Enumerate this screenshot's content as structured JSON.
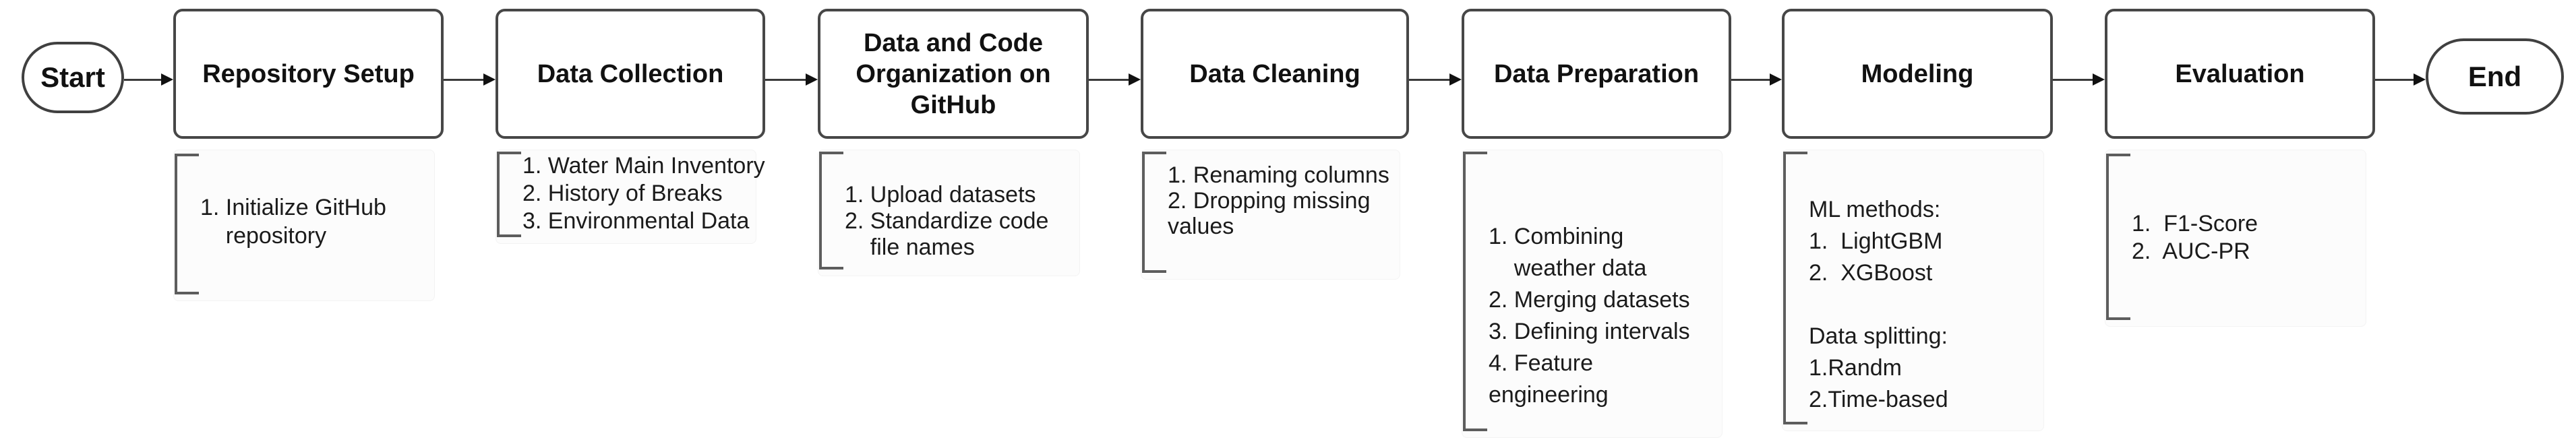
{
  "diagram": {
    "terminals": {
      "start_label": "Start",
      "end_label": "End"
    },
    "steps": [
      {
        "title": "Repository Setup",
        "details": [
          "1. Initialize GitHub",
          "    repository"
        ]
      },
      {
        "title": "Data Collection",
        "details": [
          "1. Water Main Inventory",
          "2. History of Breaks",
          "3. Environmental Data"
        ]
      },
      {
        "title": "Data and Code Organization on GitHub",
        "details": [
          "1. Upload datasets",
          "2. Standardize code",
          "    file names"
        ]
      },
      {
        "title": "Data Cleaning",
        "details": [
          "1. Renaming columns",
          "2. Dropping missing",
          "values"
        ]
      },
      {
        "title": "Data Preparation",
        "details": [
          "1. Combining",
          "    weather data",
          "2. Merging datasets",
          "3. Defining intervals",
          "4. Feature",
          "engineering"
        ]
      },
      {
        "title": "Modeling",
        "details": [
          "ML methods:",
          "1.  LightGBM",
          "2.  XGBoost",
          "",
          "Data splitting:",
          "1.Randm",
          "2.Time-based"
        ]
      },
      {
        "title": "Evaluation",
        "details": [
          "1.  F1-Score",
          "2.  AUC-PR"
        ]
      }
    ],
    "colors": {
      "box_border": "#474747",
      "bracket": "#5d5d5d",
      "text": "#111111",
      "connector": "#3a3a3a"
    }
  }
}
